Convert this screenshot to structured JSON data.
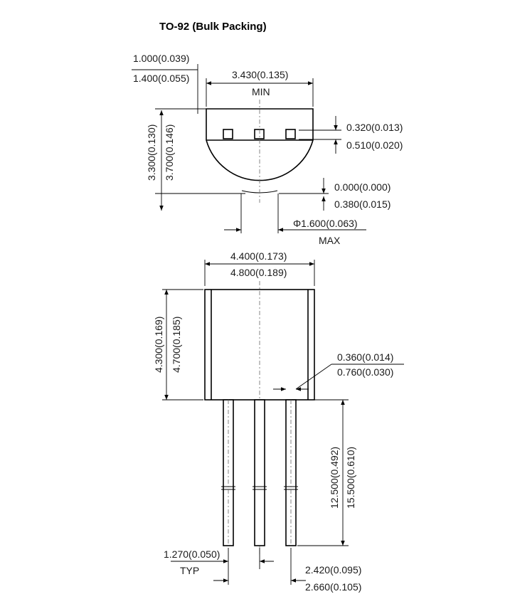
{
  "title": "TO-92 (Bulk Packing)",
  "colors": {
    "outline": "#000000",
    "text": "#1a1a1a",
    "centerline": "#666666",
    "background": "#ffffff"
  },
  "top_view": {
    "lead_offset_min": "1.000(0.039)",
    "lead_offset_max": "1.400(0.055)",
    "flat_width": "3.430(0.135)",
    "flat_width_note": "MIN",
    "height_min": "3.300(0.130)",
    "height_max": "3.700(0.146)",
    "lead_thickness_min": "0.320(0.013)",
    "lead_thickness_max": "0.510(0.020)",
    "bottom_min": "0.000(0.000)",
    "bottom_max": "0.380(0.015)",
    "diameter": "Φ1.600(0.063)",
    "diameter_note": "MAX"
  },
  "front_view": {
    "body_width_min": "4.400(0.173)",
    "body_width_max": "4.800(0.189)",
    "body_height_min": "4.300(0.169)",
    "body_height_max": "4.700(0.185)",
    "lead_width_min": "0.360(0.014)",
    "lead_width_max": "0.760(0.030)",
    "lead_length_min": "12.500(0.492)",
    "lead_length_max": "15.500(0.610)",
    "pitch": "1.270(0.050)",
    "pitch_note": "TYP",
    "span_min": "2.420(0.095)",
    "span_max": "2.660(0.105)"
  }
}
